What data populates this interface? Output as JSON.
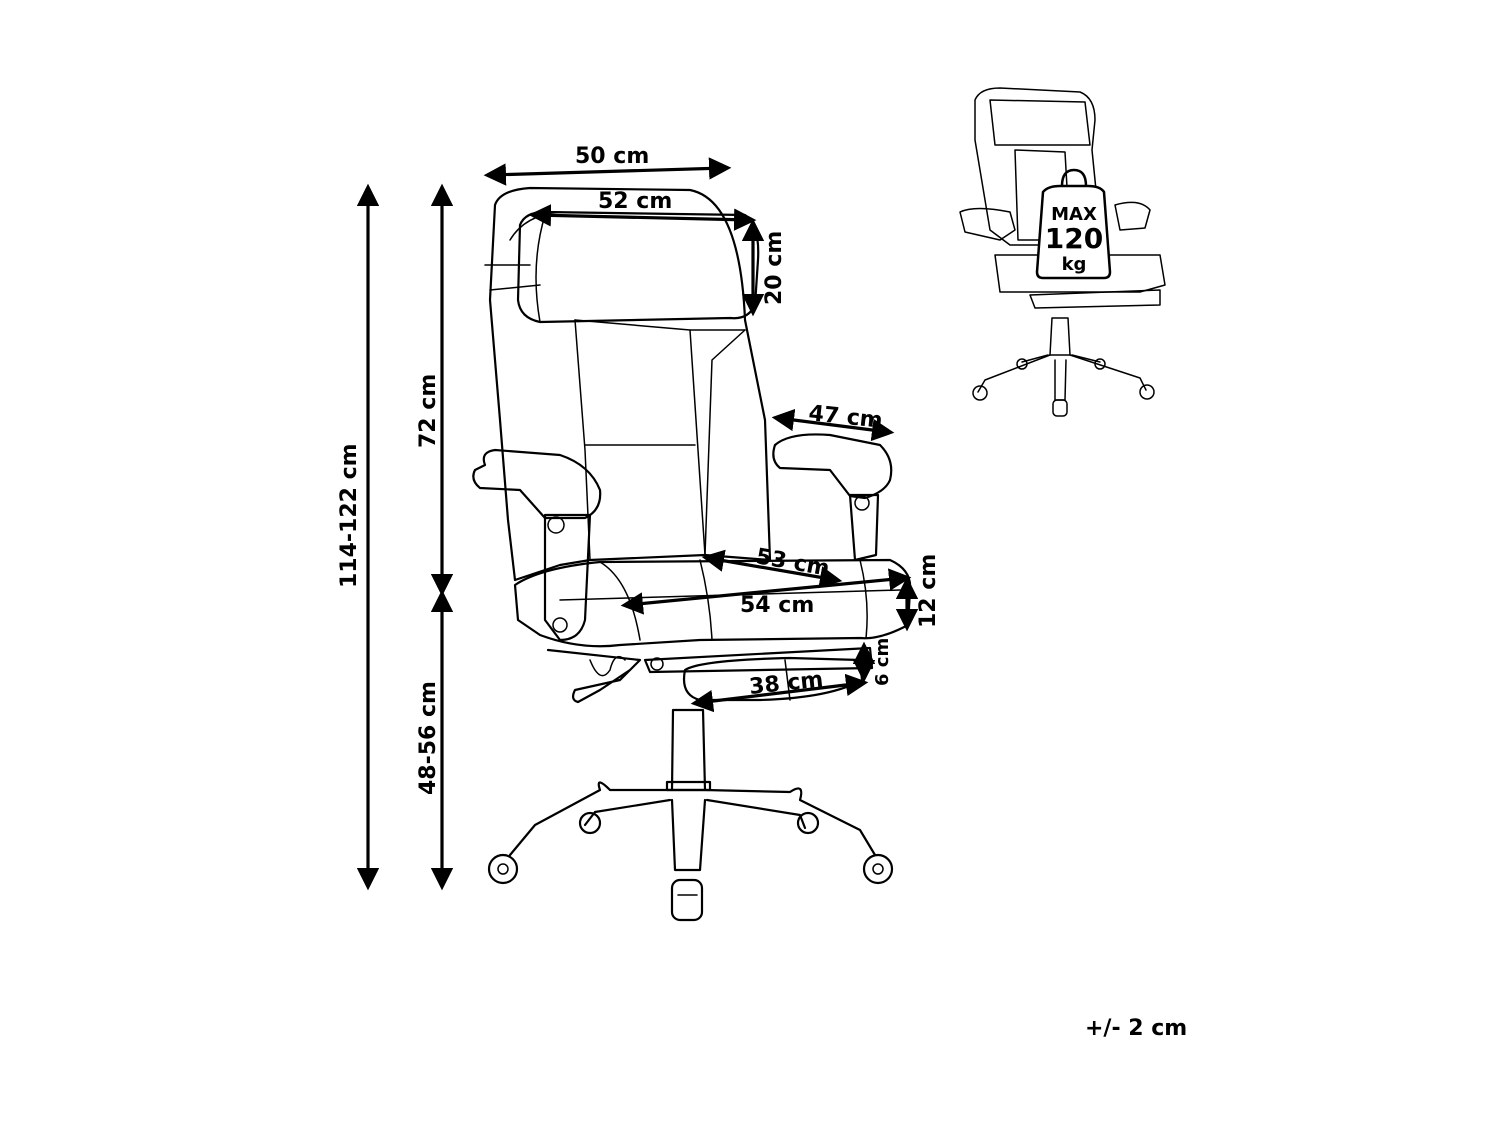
{
  "dimensions": {
    "width_top": "50 cm",
    "headrest_width": "52 cm",
    "headrest_height": "20 cm",
    "armrest_length": "47 cm",
    "seat_depth": "53 cm",
    "seat_width": "54 cm",
    "seat_thickness": "12 cm",
    "footrest_height": "6 cm",
    "footrest_width": "38 cm",
    "total_height": "114-122 cm",
    "backrest_height": "72 cm",
    "seat_height": "48-56 cm"
  },
  "badge": {
    "line1": "MAX",
    "line2": "120",
    "line3": "kg"
  },
  "tolerance": "+/- 2 cm"
}
